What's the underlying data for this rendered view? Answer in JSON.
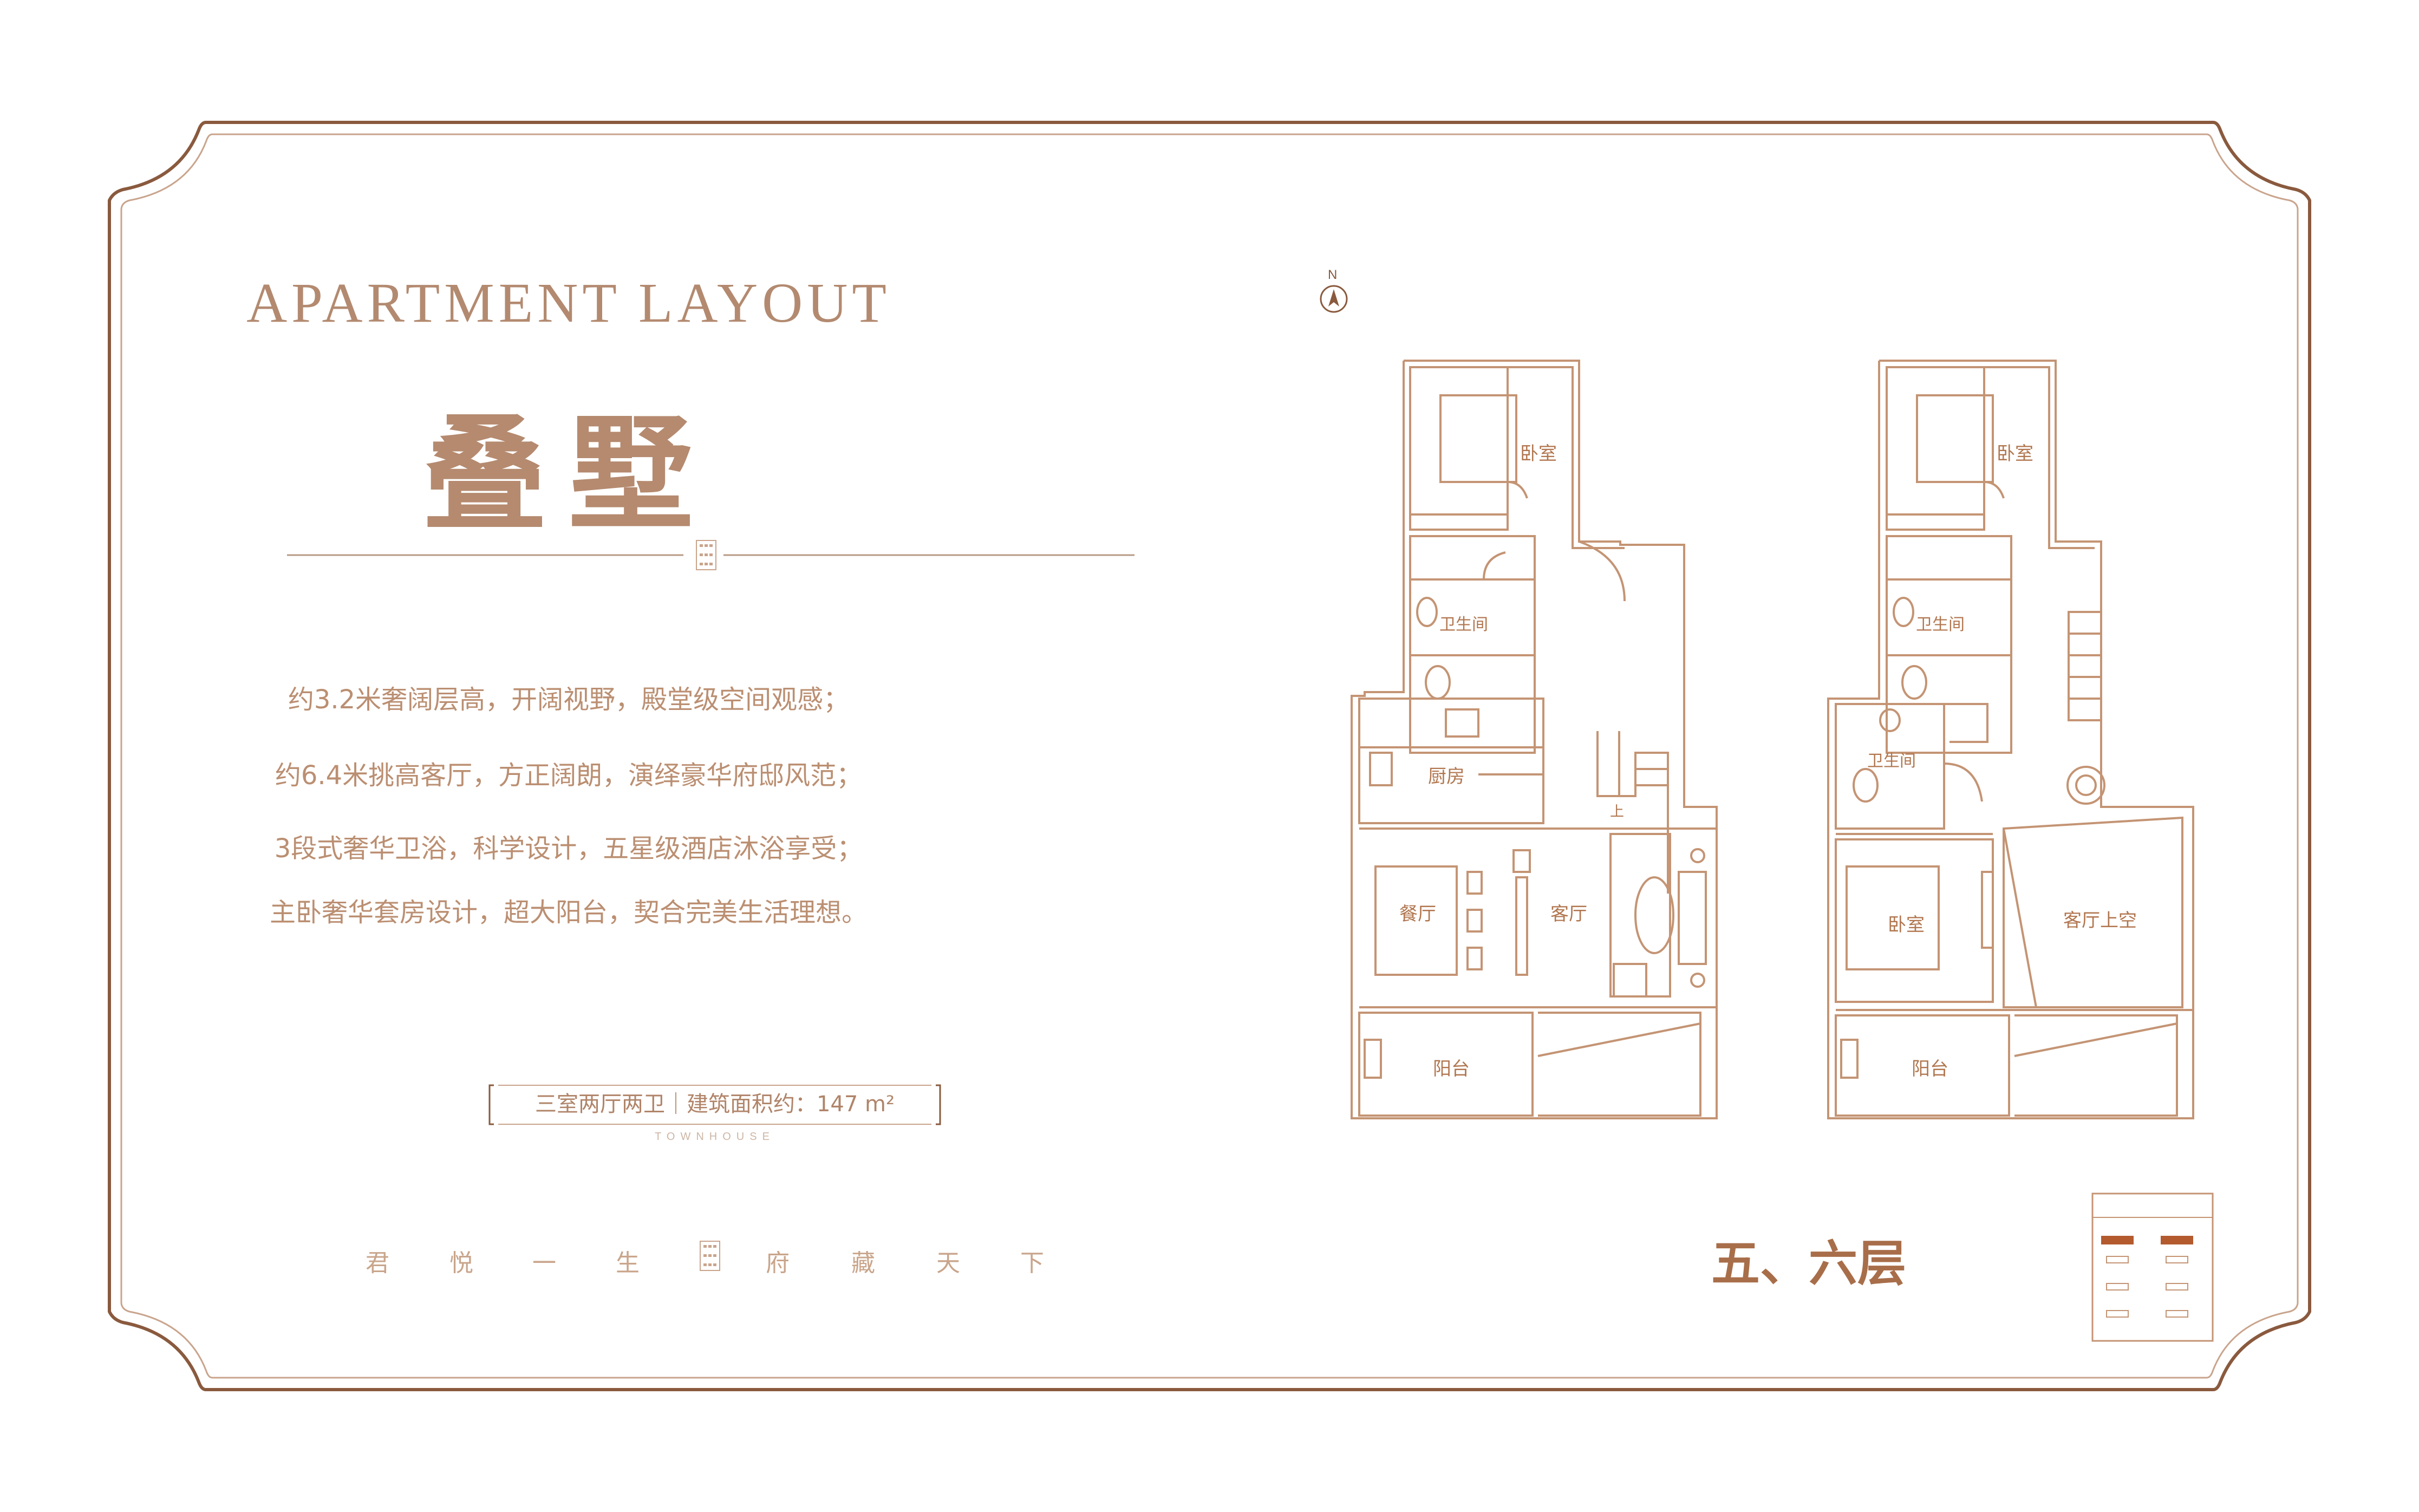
{
  "header": {
    "title_en": "APARTMENT LAYOUT",
    "title_cn": "叠墅"
  },
  "features": [
    "约3.2米奢阔层高，开阔视野，殿堂级空间观感；",
    "约6.4米挑高客厅，方正阔朗，演绎豪华府邸风范；",
    "3段式奢华卫浴，科学设计，五星级酒店沐浴享受；",
    "主卧奢华套房设计，超大阳台，契合完美生活理想。"
  ],
  "summary": "三室两厅两卫｜建筑面积约：147 m²",
  "townhouse_label": "TOWNHOUSE",
  "slogan": [
    "君",
    "悦",
    "一",
    "生",
    "府",
    "藏",
    "天",
    "下"
  ],
  "floor_label": "五、六层",
  "compass": "N",
  "plan_left": {
    "rooms": {
      "bedroom": "卧室",
      "bathroom": "卫生间",
      "kitchen": "厨房",
      "dining": "餐厅",
      "living": "客厅",
      "balcony": "阳台",
      "stairs_up": "上"
    }
  },
  "plan_right": {
    "rooms": {
      "bedroom_top": "卧室",
      "bathroom_top": "卫生间",
      "bathroom_mid": "卫生间",
      "bedroom_mid": "卧室",
      "living_void": "客厅上空",
      "balcony": "阳台"
    }
  },
  "colors": {
    "frame": "#8a5a3e",
    "plan_line": "#c49474",
    "text": "#b38a70",
    "floor_label": "#a86e4a"
  }
}
